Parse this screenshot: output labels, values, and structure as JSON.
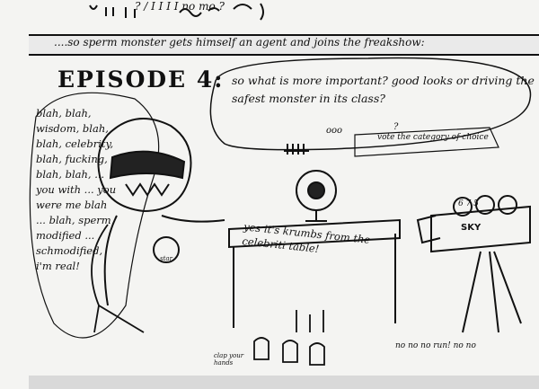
{
  "top_scribble": "? / I I I I   no mo  ?",
  "banner": "....so sperm monster gets himself an agent and joins the freakshow:",
  "episode_title": "EPISODE 4:",
  "speech_bubble": "so what is more important? good looks or driving the safest monster in its class?",
  "whiteboard_caption": "vote the category of choice",
  "whiteboard_mark": "?",
  "side_monologue": "blah, blah, wisdom, blah, blah, celebrity, blah, fucking, blah, blah, ... you with ... you were me blah ... blah, sperm modified ... schmodified, i'm real!",
  "table_caption": "yes it's krumbs from the celebriti table!",
  "camera_label": "SKY",
  "camera_lens_digits": "6 7 5",
  "badge_text": "star",
  "sign_text": "clap your hands",
  "crowd_murmur": "no no no run! no no",
  "eye_count": "ooo"
}
